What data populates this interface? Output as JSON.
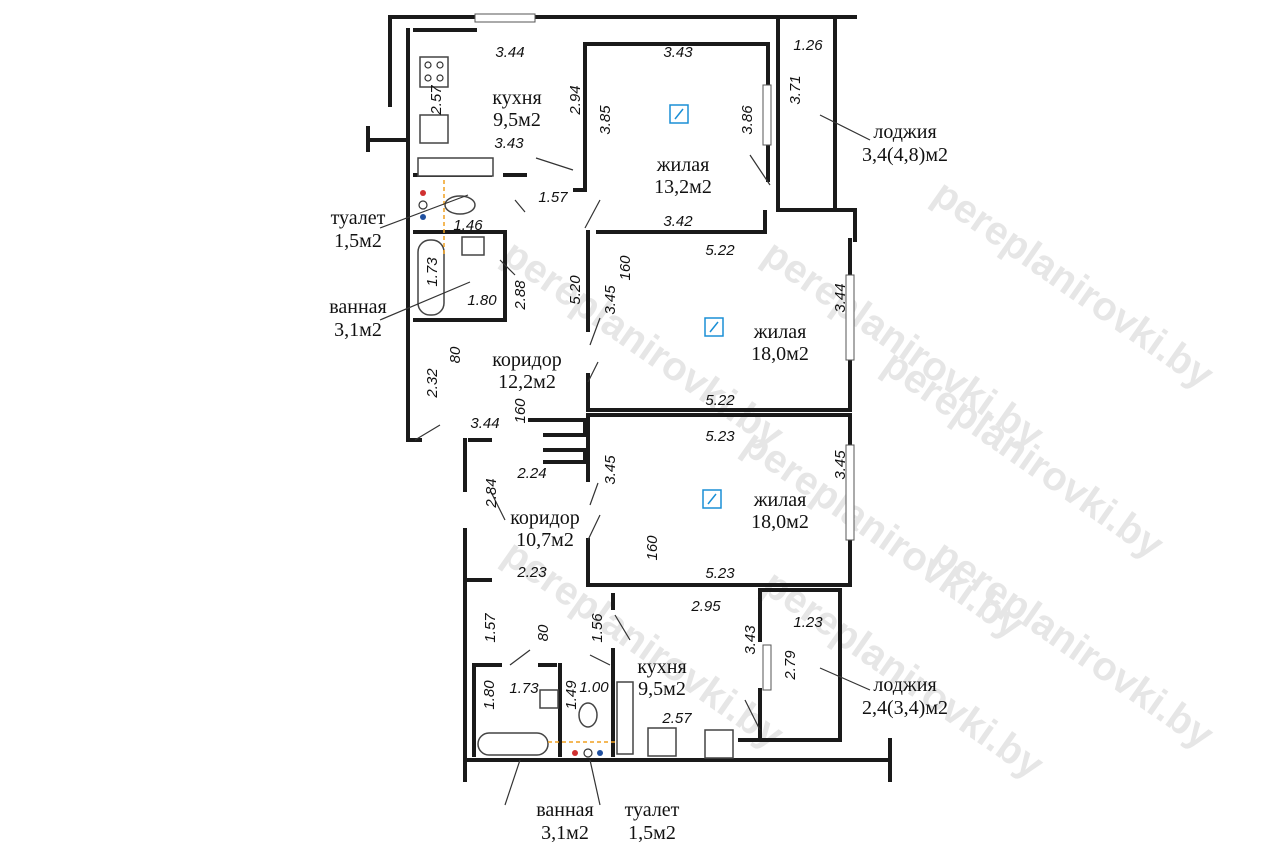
{
  "watermark": "pereplanirovki.by",
  "upper": {
    "kitchen": {
      "name": "кухня",
      "area": "9,5м2",
      "dims": [
        "3.44",
        "2.57",
        "2.94",
        "3.43"
      ]
    },
    "living1": {
      "name": "жилая",
      "area": "13,2м2",
      "dims": [
        "3.43",
        "3.85",
        "3.86",
        "3.42"
      ]
    },
    "loggia": {
      "name": "лоджия",
      "area": "3,4(4,8)м2",
      "dims": [
        "1.26",
        "3.71"
      ]
    },
    "toilet": {
      "name": "туалет",
      "area": "1,5м2",
      "dims": [
        "1.57",
        "1.46"
      ]
    },
    "bath": {
      "name": "ванная",
      "area": "3,1м2",
      "dims": [
        "1.73",
        "1.80",
        "2.88"
      ]
    },
    "living2": {
      "name": "жилая",
      "area": "18,0м2",
      "dims": [
        "5.22",
        "5.20",
        "3.45",
        "160",
        "3.44",
        "5.22"
      ]
    },
    "corridor": {
      "name": "коридор",
      "area": "12,2м2",
      "dims": [
        "80",
        "2.32",
        "3.44",
        "160"
      ]
    }
  },
  "lower": {
    "living3": {
      "name": "жилая",
      "area": "18,0м2",
      "dims": [
        "5.23",
        "3.45",
        "3.45",
        "5.23",
        "160"
      ]
    },
    "corridor": {
      "name": "коридор",
      "area": "10,7м2",
      "dims": [
        "2.24",
        "2.84",
        "2.23",
        "1.57",
        "80",
        "1.56"
      ]
    },
    "kitchen": {
      "name": "кухня",
      "area": "9,5м2",
      "dims": [
        "2.95",
        "3.43",
        "2.57"
      ]
    },
    "loggia": {
      "name": "лоджия",
      "area": "2,4(3,4)м2",
      "dims": [
        "1.23",
        "2.79"
      ]
    },
    "bath": {
      "name": "ванная",
      "area": "3,1м2",
      "dims": [
        "1.73",
        "1.80"
      ]
    },
    "toilet": {
      "name": "туалет",
      "area": "1,5м2",
      "dims": [
        "1.00",
        "1.49"
      ]
    }
  },
  "colors": {
    "wall": "#1a1a1a",
    "icon": "#1a8fd6",
    "pipe": "#f0a020",
    "hot": "#d03030",
    "cold": "#2050a0"
  }
}
